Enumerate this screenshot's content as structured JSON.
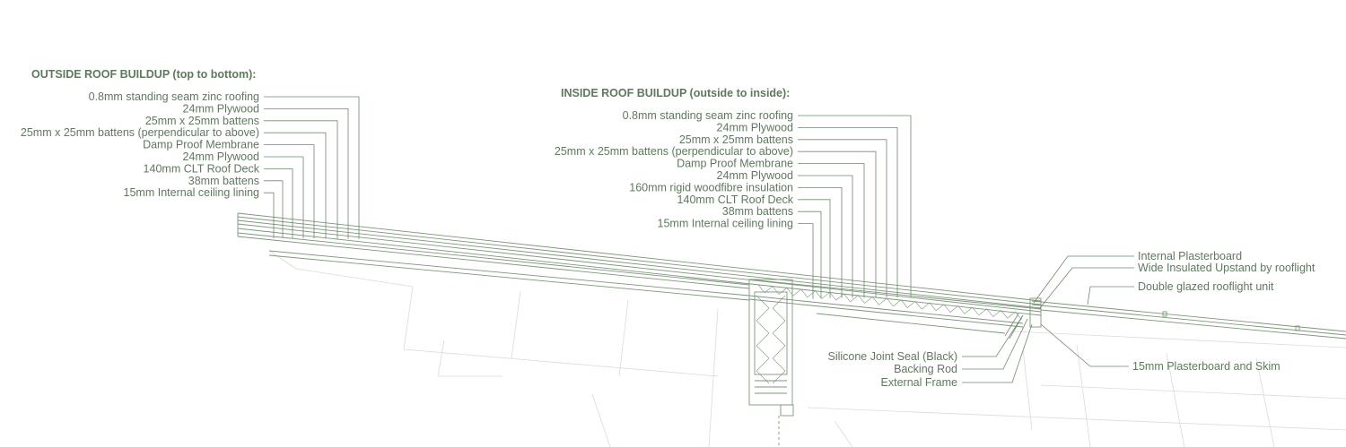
{
  "outside": {
    "heading": "OUTSIDE ROOF BUILDUP (top to bottom):",
    "layers": [
      "0.8mm standing seam zinc roofing",
      "24mm Plywood",
      "25mm x 25mm battens",
      "25mm x 25mm battens (perpendicular to above)",
      "Damp Proof Membrane",
      "24mm Plywood",
      "140mm CLT Roof Deck",
      "38mm battens",
      "15mm Internal ceiling lining"
    ]
  },
  "inside": {
    "heading": "INSIDE ROOF BUILDUP (outside to inside):",
    "layers": [
      "0.8mm standing seam zinc roofing",
      "24mm Plywood",
      "25mm x 25mm battens",
      "25mm x 25mm battens (perpendicular to above)",
      "Damp Proof Membrane",
      "24mm Plywood",
      "160mm rigid woodfibre insulation",
      "140mm CLT Roof Deck",
      "38mm battens",
      "15mm Internal ceiling lining"
    ]
  },
  "rooflight_labels": [
    "Internal Plasterboard",
    "Wide Insulated Upstand by rooflight",
    "Double glazed rooflight unit",
    "15mm Plasterboard and Skim"
  ],
  "joint_labels": [
    "Silicone Joint Seal (Black)",
    "Backing Rod",
    "External Frame"
  ],
  "colors": {
    "text": "#5e7a5c",
    "linework": "#7d967a",
    "background_lines": "#d7ddd6"
  }
}
